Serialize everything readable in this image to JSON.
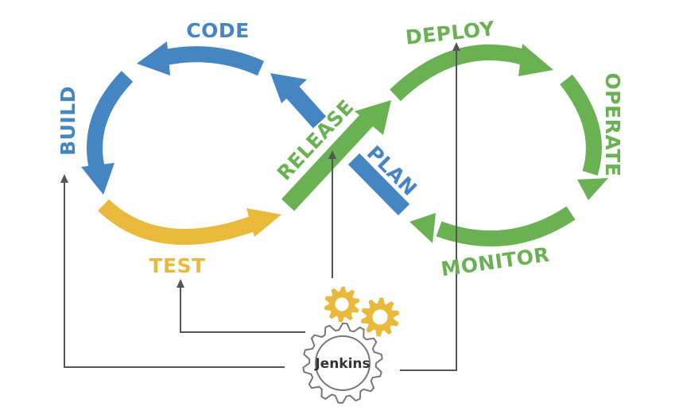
{
  "diagram": {
    "stages": {
      "code": "CODE",
      "build": "BUILD",
      "test": "TEST",
      "release": "RELEASE",
      "deploy": "DEPLOY",
      "operate": "OPERATE",
      "monitor": "MONITOR",
      "plan": "PLAN"
    },
    "hub": {
      "label": "Jenkins"
    }
  },
  "colors": {
    "blue": "#4585C2",
    "green": "#6AB153",
    "yellow": "#E8B93A",
    "connector": "#555555",
    "gear_outline": "#777777",
    "hub_text": "#333333"
  }
}
